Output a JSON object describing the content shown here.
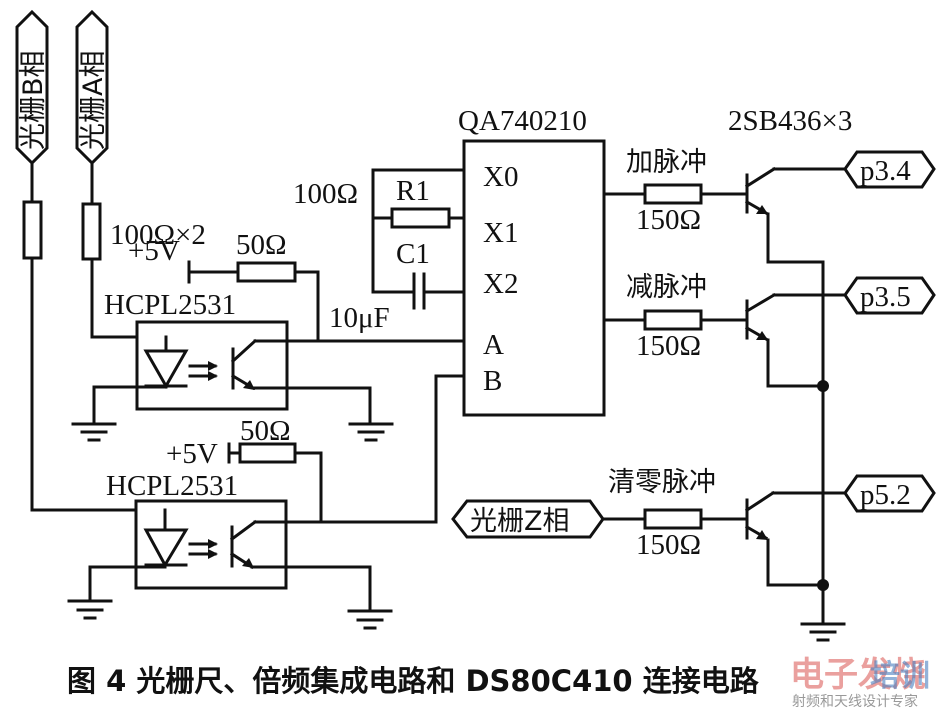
{
  "diagram": {
    "ports": {
      "grating_b": "光栅B相",
      "grating_a": "光栅A相",
      "grating_z": "光栅Z相",
      "p34": "p3.4",
      "p35": "p3.5",
      "p52": "p5.2"
    },
    "components": {
      "input_resistors": "100Ω×2",
      "pullup_top_value": "50Ω",
      "pullup_bottom_value": "50Ω",
      "vcc_top": "+5V",
      "vcc_bottom": "+5V",
      "optocoupler_top": "HCPL2531",
      "optocoupler_bottom": "HCPL2531",
      "chip_name": "QA740210",
      "chip_pins": [
        "X0",
        "X1",
        "X2",
        "A",
        "B"
      ],
      "r1_label": "R1",
      "r1_value": "100Ω",
      "c1_label": "C1",
      "c1_value": "10μF",
      "transistors": "2SB436×3",
      "signal_add": "加脉冲",
      "signal_sub": "减脉冲",
      "signal_clear": "清零脉冲",
      "base_res_1": "150Ω",
      "base_res_2": "150Ω",
      "base_res_3": "150Ω"
    },
    "caption": "图 4   光栅尺、倍频集成电路和 DS80C410 连接电路",
    "watermark": {
      "line1a": "电子发烧",
      "line1b": "培训",
      "line2": "射频和天线设计专家"
    }
  }
}
